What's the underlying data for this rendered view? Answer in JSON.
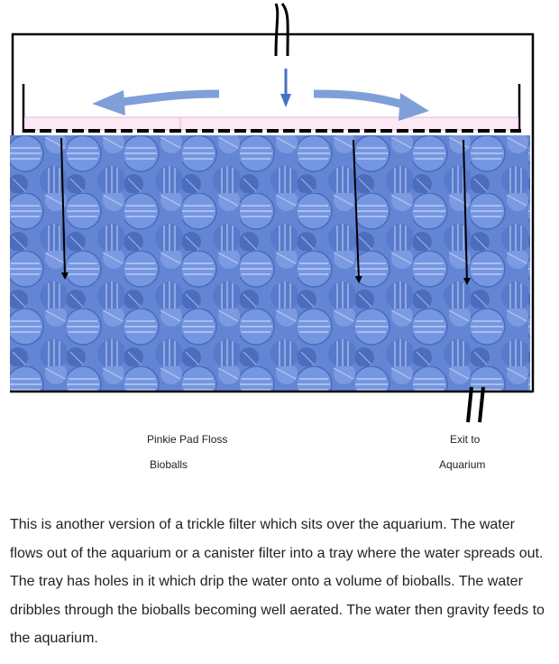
{
  "labels": {
    "pad_floss": "Pinkie Pad Floss",
    "bioballs": "Bioballs",
    "exit_line1": "Exit to",
    "exit_line2": "Aquarium"
  },
  "description": "This is another version of a trickle filter which sits over the aquarium.  The water flows out of the aquarium or a canister filter into a tray where the water spreads out. The tray has holes in it which drip the water onto a volume of bioballs. The water dribbles through the bioballs becoming well aerated. The water then gravity feeds to the aquarium.",
  "colors": {
    "flow_arrow": "#7f9fd8",
    "inlet_arrow": "#4472c4",
    "pad_floss": "#fde8f6",
    "bioball_base": "#5b7fd4",
    "frame": "#000000"
  },
  "icons": {
    "inlet_pipe": "double-curved-line",
    "outlet_pipe": "double-line"
  }
}
